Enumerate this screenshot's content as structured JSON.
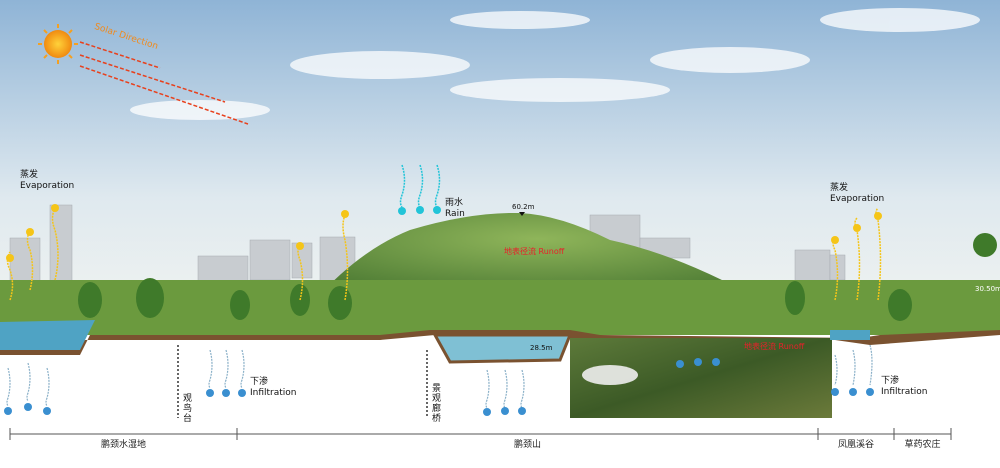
{
  "solar": {
    "label": "Solar Direction"
  },
  "evaporation": {
    "left": {
      "cn": "蒸发",
      "en": "Evaporation"
    },
    "right": {
      "cn": "蒸发",
      "en": "Evaporation"
    }
  },
  "rain": {
    "cn": "雨水",
    "en": "Rain"
  },
  "runoff": {
    "top": "地表径流  Runoff",
    "bottom": "地表径流  Runoff"
  },
  "elevations": {
    "peak": "60.2m",
    "pond": "28.5m",
    "right": "30.50m"
  },
  "infiltration": {
    "left": {
      "cn": "下渗",
      "en": "Infiltration"
    },
    "right": {
      "cn": "下渗",
      "en": "Infiltration"
    }
  },
  "features": {
    "bird_platform": "观鸟台",
    "bridge": "景观廊桥"
  },
  "zones": [
    "鹏颈水湿地",
    "鹏颈山",
    "凤凰溪谷",
    "草药农庄"
  ],
  "colors": {
    "sky_top": "#8fb4d6",
    "sky_bottom": "#eef3f4",
    "soil": "#7a5230",
    "water": "#4fa3c4",
    "evap": "#f5c518",
    "rain": "#22c4d8",
    "infil": "#3a8fd0"
  }
}
